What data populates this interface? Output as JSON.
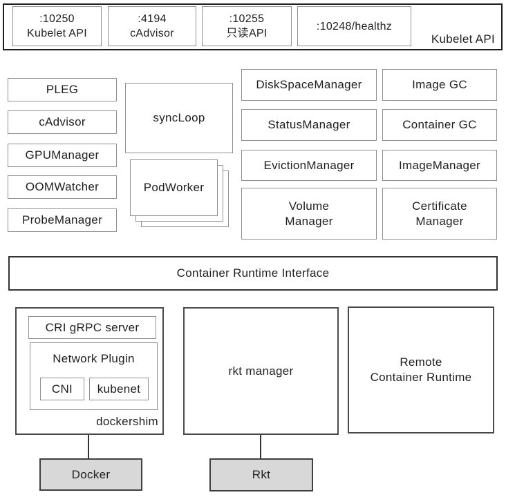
{
  "colors": {
    "border_light": "#8f8f8f",
    "border_dark": "#1f1f1f",
    "border_mid": "#4a4a4a",
    "runtime_fill": "#d8d8d8",
    "text": "#1f1f1f",
    "background": "#ffffff"
  },
  "kubelet_api": {
    "label": "Kubelet API",
    "ports": [
      ":10250\nKubelet API",
      ":4194\ncAdvisor",
      ":10255\n只读API",
      ":10248/healthz"
    ]
  },
  "components": {
    "left_column": [
      "PLEG",
      "cAdvisor",
      "GPUManager",
      "OOMWatcher",
      "ProbeManager"
    ],
    "sync_loop": "syncLoop",
    "pod_worker": "PodWorker",
    "managers_column_1": [
      "DiskSpaceManager",
      "StatusManager",
      "EvictionManager",
      "Volume\nManager"
    ],
    "managers_column_2": [
      "Image GC",
      "Container GC",
      "ImageManager",
      "Certificate\nManager"
    ]
  },
  "cri_bar": {
    "label": "Container Runtime Interface"
  },
  "runtime_shims": {
    "dockershim": {
      "label": "dockershim",
      "cri_grpc_server": "CRI gRPC server",
      "network_plugin": "Network Plugin",
      "cni": "CNI",
      "kubenet": "kubenet"
    },
    "rkt_manager": "rkt manager",
    "remote_runtime": "Remote\nContainer Runtime"
  },
  "container_engines": {
    "docker": "Docker",
    "rkt": "Rkt"
  }
}
